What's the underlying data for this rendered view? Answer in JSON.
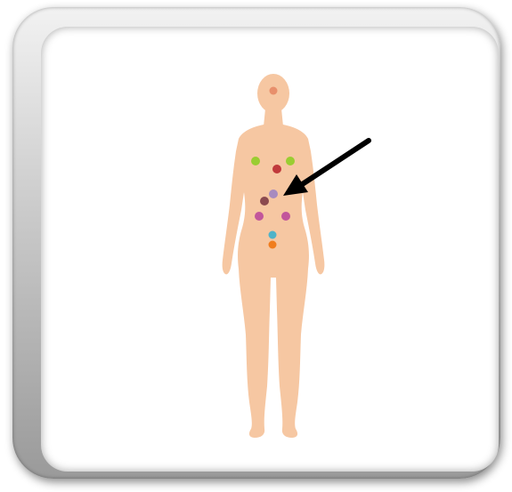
{
  "illustration": {
    "subject": "human-figure-female-front",
    "skin_color": "#F6C7A2",
    "arrow_color": "#000000",
    "markers": [
      {
        "name": "marker-head",
        "color": "#E88F6B"
      },
      {
        "name": "marker-left-breast",
        "color": "#9ACD32"
      },
      {
        "name": "marker-right-breast",
        "color": "#9ACD32"
      },
      {
        "name": "marker-sternum",
        "color": "#C0393B"
      },
      {
        "name": "marker-upper-abdomen",
        "color": "#A78BBF"
      },
      {
        "name": "marker-mid-abdomen",
        "color": "#8B4A4F"
      },
      {
        "name": "marker-left-abdomen",
        "color": "#C2569B"
      },
      {
        "name": "marker-right-abdomen",
        "color": "#C2569B"
      },
      {
        "name": "marker-lower-abdomen",
        "color": "#4FB3C8"
      },
      {
        "name": "marker-pelvis",
        "color": "#F07D1E"
      }
    ]
  }
}
